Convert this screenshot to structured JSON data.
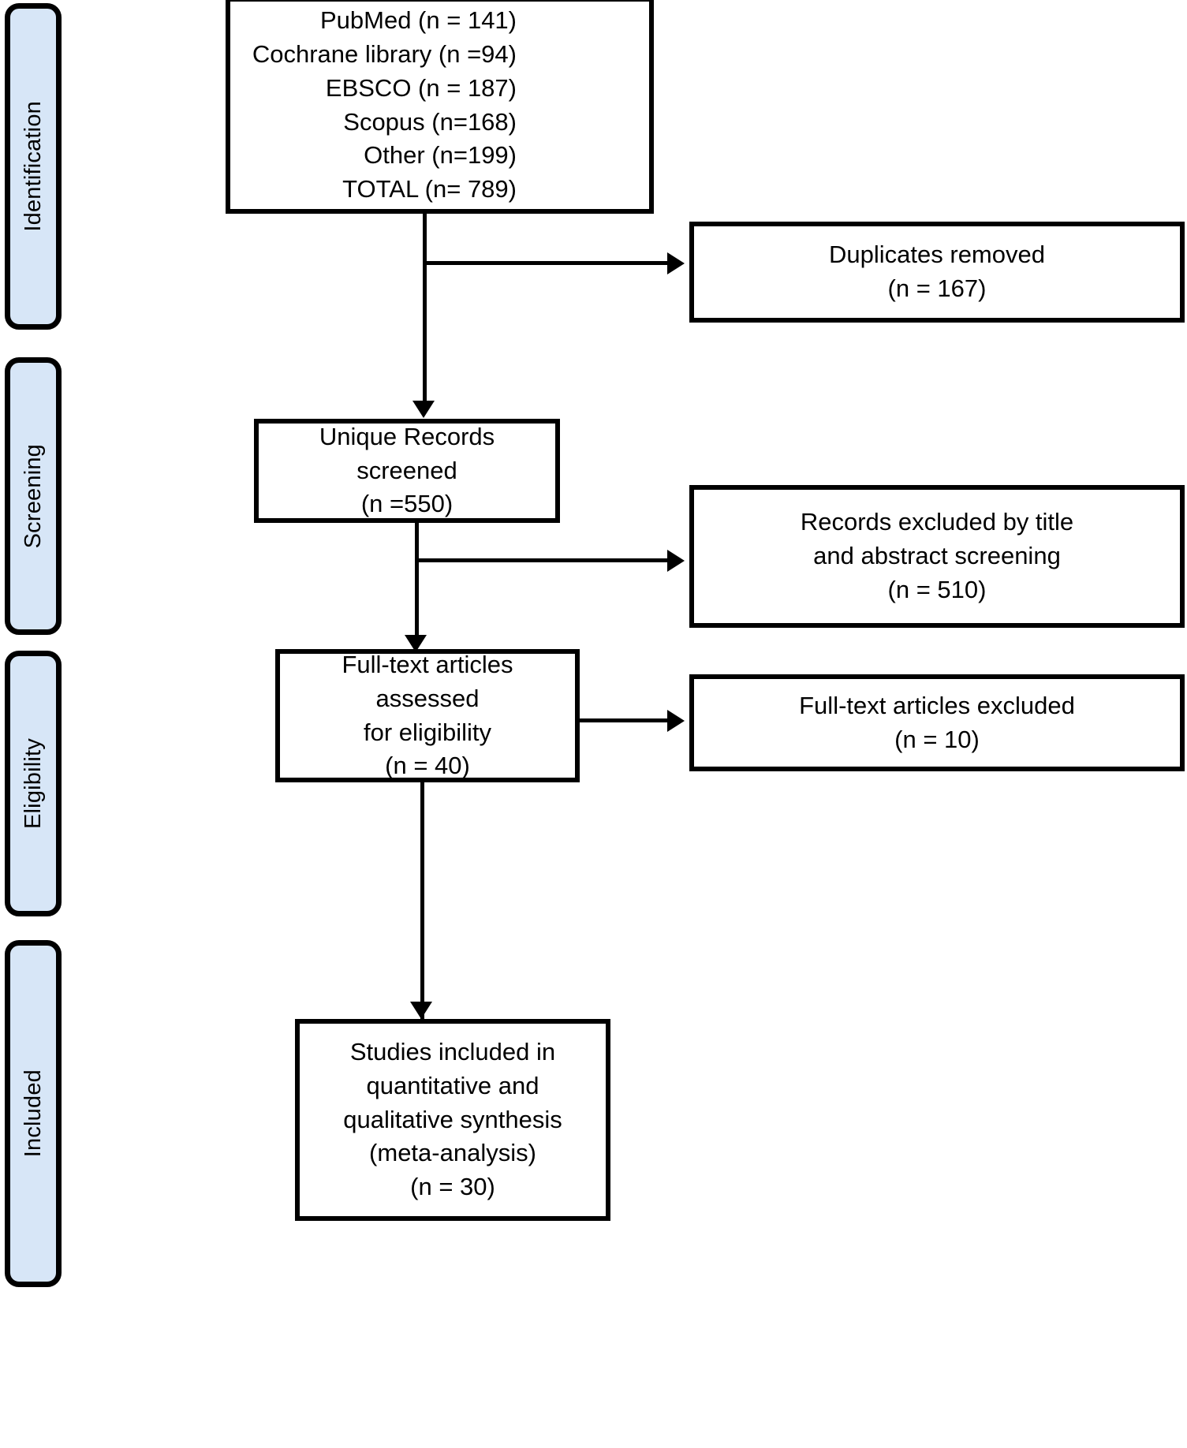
{
  "diagram": {
    "title": "PRISMA flow diagram",
    "colors": {
      "stage_fill": "#d7e6f7",
      "stroke": "#000000",
      "node_fill": "#ffffff"
    },
    "stages": [
      {
        "id": "identification",
        "label": "Identification"
      },
      {
        "id": "screening",
        "label": "Screening"
      },
      {
        "id": "eligibility",
        "label": "Eligibility"
      },
      {
        "id": "included",
        "label": "Included"
      }
    ],
    "nodes": [
      {
        "id": "records-identified",
        "lines": [
          "PubMed (n = 141)",
          "Cochrane library (n =94)",
          "EBSCO (n = 187)",
          "Scopus (n=168)",
          "Other (n=199)",
          "TOTAL (n= 789)"
        ],
        "text": "PubMed (n = 141)\nCochrane library (n =94)\nEBSCO (n = 187)\nScopus (n=168)\nOther (n=199)\nTOTAL (n= 789)"
      },
      {
        "id": "duplicates-removed",
        "lines": [
          "Duplicates removed",
          "(n = 167)"
        ],
        "text": "Duplicates removed\n(n = 167)"
      },
      {
        "id": "unique-records-screened",
        "lines": [
          "Unique Records screened",
          "(n =550)"
        ],
        "text": "Unique Records screened\n(n =550)"
      },
      {
        "id": "records-excluded",
        "lines": [
          "Records excluded by title",
          "and abstract screening",
          "(n = 510)"
        ],
        "text": "Records excluded by title\nand abstract screening\n(n = 510)"
      },
      {
        "id": "fulltext-assessed",
        "lines": [
          "Full-text articles assessed",
          "for eligibility",
          "(n = 40)"
        ],
        "text": "Full-text articles assessed\nfor eligibility\n(n = 40)"
      },
      {
        "id": "fulltext-excluded",
        "lines": [
          "Full-text articles excluded",
          "(n = 10)"
        ],
        "text": "Full-text articles excluded\n(n = 10)"
      },
      {
        "id": "studies-included",
        "lines": [
          "Studies included in",
          "quantitative and",
          "qualitative synthesis",
          "(meta-analysis)",
          "(n =  30)"
        ],
        "text": "Studies included in\nquantitative and\nqualitative synthesis\n(meta-analysis)\n(n =  30)"
      }
    ],
    "counts": {
      "pubmed": 141,
      "cochrane_library": 94,
      "ebsco": 187,
      "scopus": 168,
      "other": 199,
      "total_identified": 789,
      "duplicates_removed": 167,
      "unique_records_screened": 550,
      "records_excluded_title_abstract": 510,
      "fulltext_assessed": 40,
      "fulltext_excluded": 10,
      "studies_included": 30
    }
  }
}
